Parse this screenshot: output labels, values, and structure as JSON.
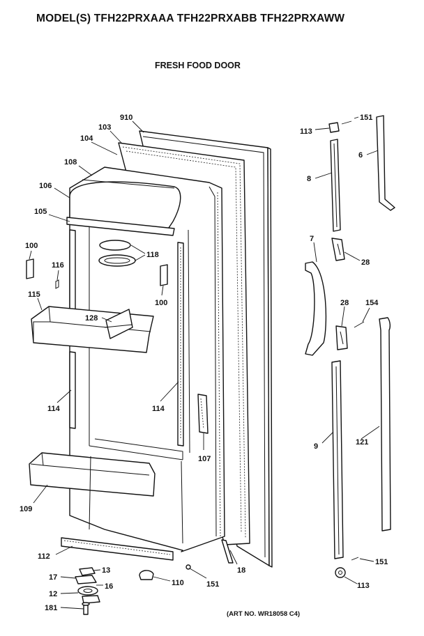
{
  "header": {
    "title": "MODEL(S) TFH22PRXAAA  TFH22PRXABB  TFH22PRXAWW",
    "subtitle": "FRESH FOOD DOOR"
  },
  "footer": {
    "art_number": "(ART NO. WR18058 C4)"
  },
  "callouts": {
    "c910": "910",
    "c103": "103",
    "c104": "104",
    "c108": "108",
    "c106": "106",
    "c105": "105",
    "c100a": "100",
    "c116": "116",
    "c118": "118",
    "c100b": "100",
    "c115": "115",
    "c128": "128",
    "c114a": "114",
    "c114b": "114",
    "c107": "107",
    "c109": "109",
    "c112": "112",
    "c13": "13",
    "c17": "17",
    "c16": "16",
    "c12": "12",
    "c110": "110",
    "c151a": "151",
    "c18": "18",
    "c181": "181",
    "c113a": "113",
    "c151b": "151",
    "c6": "6",
    "c8": "8",
    "c7": "7",
    "c28a": "28",
    "c28b": "28",
    "c154": "154",
    "c9": "9",
    "c121": "121",
    "c151c": "151",
    "c113b": "113"
  }
}
